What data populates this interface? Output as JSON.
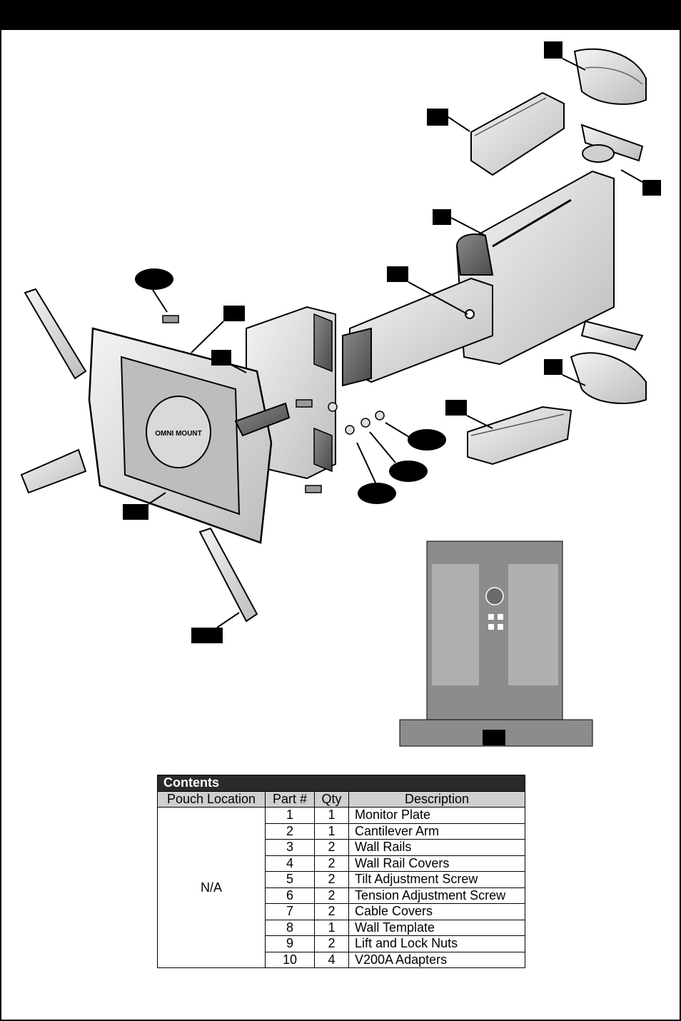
{
  "contents_table": {
    "title": "Contents",
    "headers": [
      "Pouch Location",
      "Part #",
      "Qty",
      "Description"
    ],
    "pouch_location": "N/A",
    "rows": [
      {
        "part": "1",
        "qty": "1",
        "description": "Monitor Plate"
      },
      {
        "part": "2",
        "qty": "1",
        "description": "Cantilever Arm"
      },
      {
        "part": "3",
        "qty": "2",
        "description": "Wall Rails"
      },
      {
        "part": "4",
        "qty": "2",
        "description": "Wall Rail Covers"
      },
      {
        "part": "5",
        "qty": "2",
        "description": "Tilt Adjustment Screw"
      },
      {
        "part": "6",
        "qty": "2",
        "description": "Tension Adjustment Screw"
      },
      {
        "part": "7",
        "qty": "2",
        "description": "Cable Covers"
      },
      {
        "part": "8",
        "qty": "1",
        "description": "Wall Template"
      },
      {
        "part": "9",
        "qty": "2",
        "description": "Lift and Lock Nuts"
      },
      {
        "part": "10",
        "qty": "4",
        "description": "V200A Adapters"
      }
    ]
  },
  "drawing": {
    "monitor_plate_logo": "OMNI MOUNT",
    "colors": {
      "ink": "#000000",
      "part_fill": "#e6e6e6",
      "template_fill": "#8c8c8c",
      "callout": "#000000"
    }
  }
}
